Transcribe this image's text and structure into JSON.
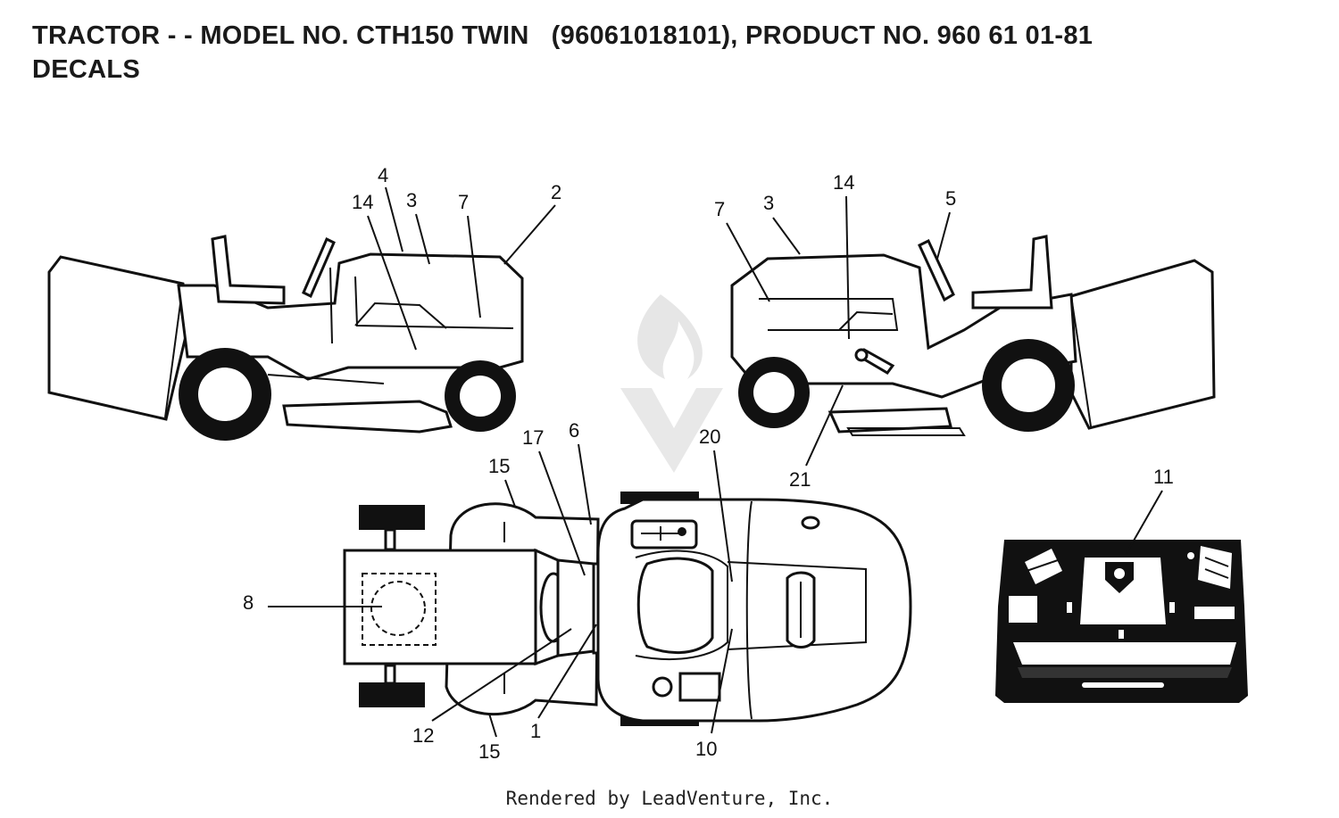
{
  "header": {
    "line1": "TRACTOR - - MODEL NO. CTH150 TWIN   (96061018101), PRODUCT NO. 960 61 01-81",
    "line2": "DECALS"
  },
  "footer": {
    "credit": "Rendered by LeadVenture, Inc."
  },
  "watermark": {
    "icon": "flame-v-logo-icon",
    "color": "#e4e4e4"
  },
  "views": {
    "left_side": {
      "callouts": [
        "4",
        "14",
        "3",
        "7",
        "2"
      ]
    },
    "right_side": {
      "callouts": [
        "7",
        "3",
        "14",
        "5",
        "21"
      ]
    },
    "top": {
      "callouts": [
        "15",
        "17",
        "6",
        "20",
        "8",
        "12",
        "15",
        "1",
        "10"
      ]
    },
    "dashboard": {
      "callouts": [
        "11"
      ]
    }
  }
}
